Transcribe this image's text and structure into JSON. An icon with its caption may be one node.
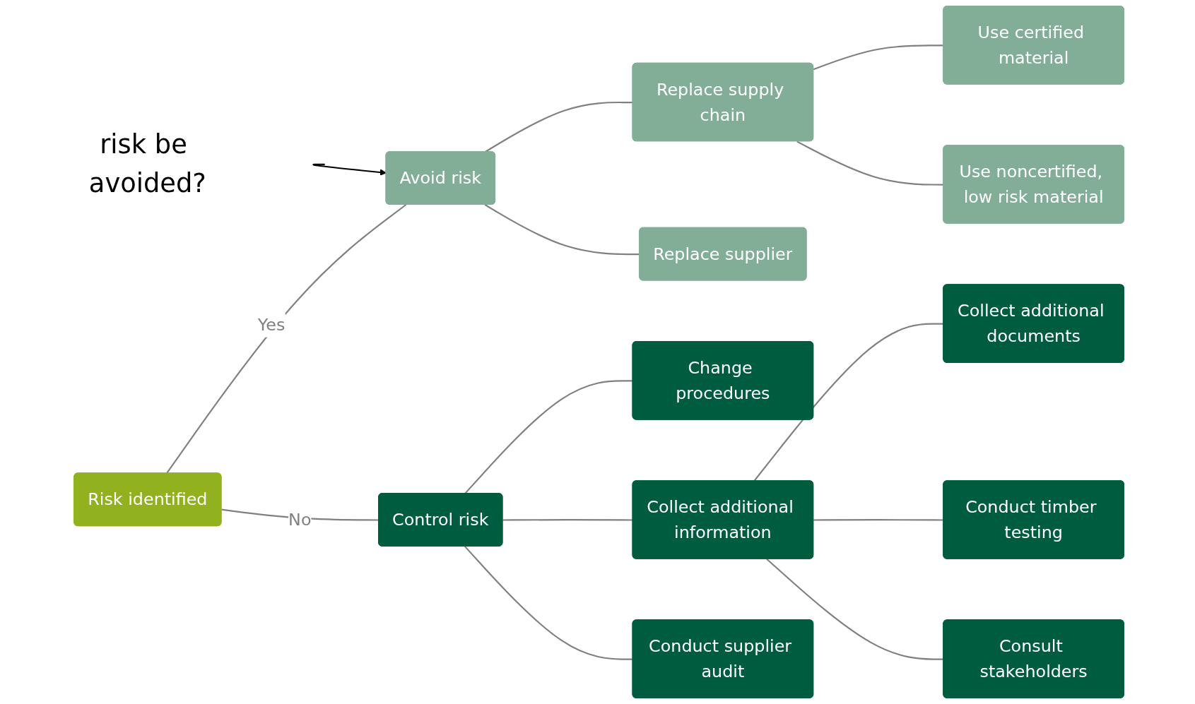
{
  "diagram": {
    "nodes": [
      {
        "text": [
          "risk be avoided?"
        ]
      },
      {
        "text": [
          "Risk identified"
        ]
      },
      {
        "text": [
          "Avoid risk"
        ]
      },
      {
        "text": [
          "Control risk"
        ]
      },
      {
        "text": [
          "Replace supply chain"
        ]
      },
      {
        "text": [
          "Replace supplier"
        ]
      },
      {
        "text": [
          "Change procedures"
        ]
      },
      {
        "text": [
          "Collect additional information"
        ]
      },
      {
        "text": [
          "Conduct supplier audit"
        ]
      },
      {
        "text": [
          "Use certified material"
        ]
      },
      {
        "text": [
          "Use noncertified, low risk material"
        ]
      },
      {
        "text": [
          "Collect additional documents"
        ]
      },
      {
        "text": [
          "Conduct timber testing"
        ]
      },
      {
        "text": [
          "Consult stakeholders"
        ]
      }
    ],
    "edges": [
      {
        "from": 0,
        "to": 2,
        "arrow": "to",
        "color": "#000000"
      },
      {
        "from": 1,
        "to": 2,
        "arrow": "none",
        "label": "Yes"
      },
      {
        "from": 1,
        "to": 3,
        "arrow": "none",
        "label": "No"
      },
      {
        "from": 2,
        "to": 4,
        "arrow": "none"
      },
      {
        "from": 2,
        "to": 5,
        "arrow": "none"
      },
      {
        "from": 3,
        "to": 6,
        "arrow": "none"
      },
      {
        "from": 3,
        "to": 7,
        "arrow": "none"
      },
      {
        "from": 3,
        "to": 8,
        "arrow": "none"
      },
      {
        "from": 4,
        "to": 9,
        "arrow": "none"
      },
      {
        "from": 4,
        "to": 10,
        "arrow": "none"
      },
      {
        "from": 7,
        "to": 11,
        "arrow": "none"
      },
      {
        "from": 7,
        "to": 12,
        "arrow": "none"
      },
      {
        "from": 7,
        "to": 13,
        "arrow": "none"
      }
    ]
  }
}
